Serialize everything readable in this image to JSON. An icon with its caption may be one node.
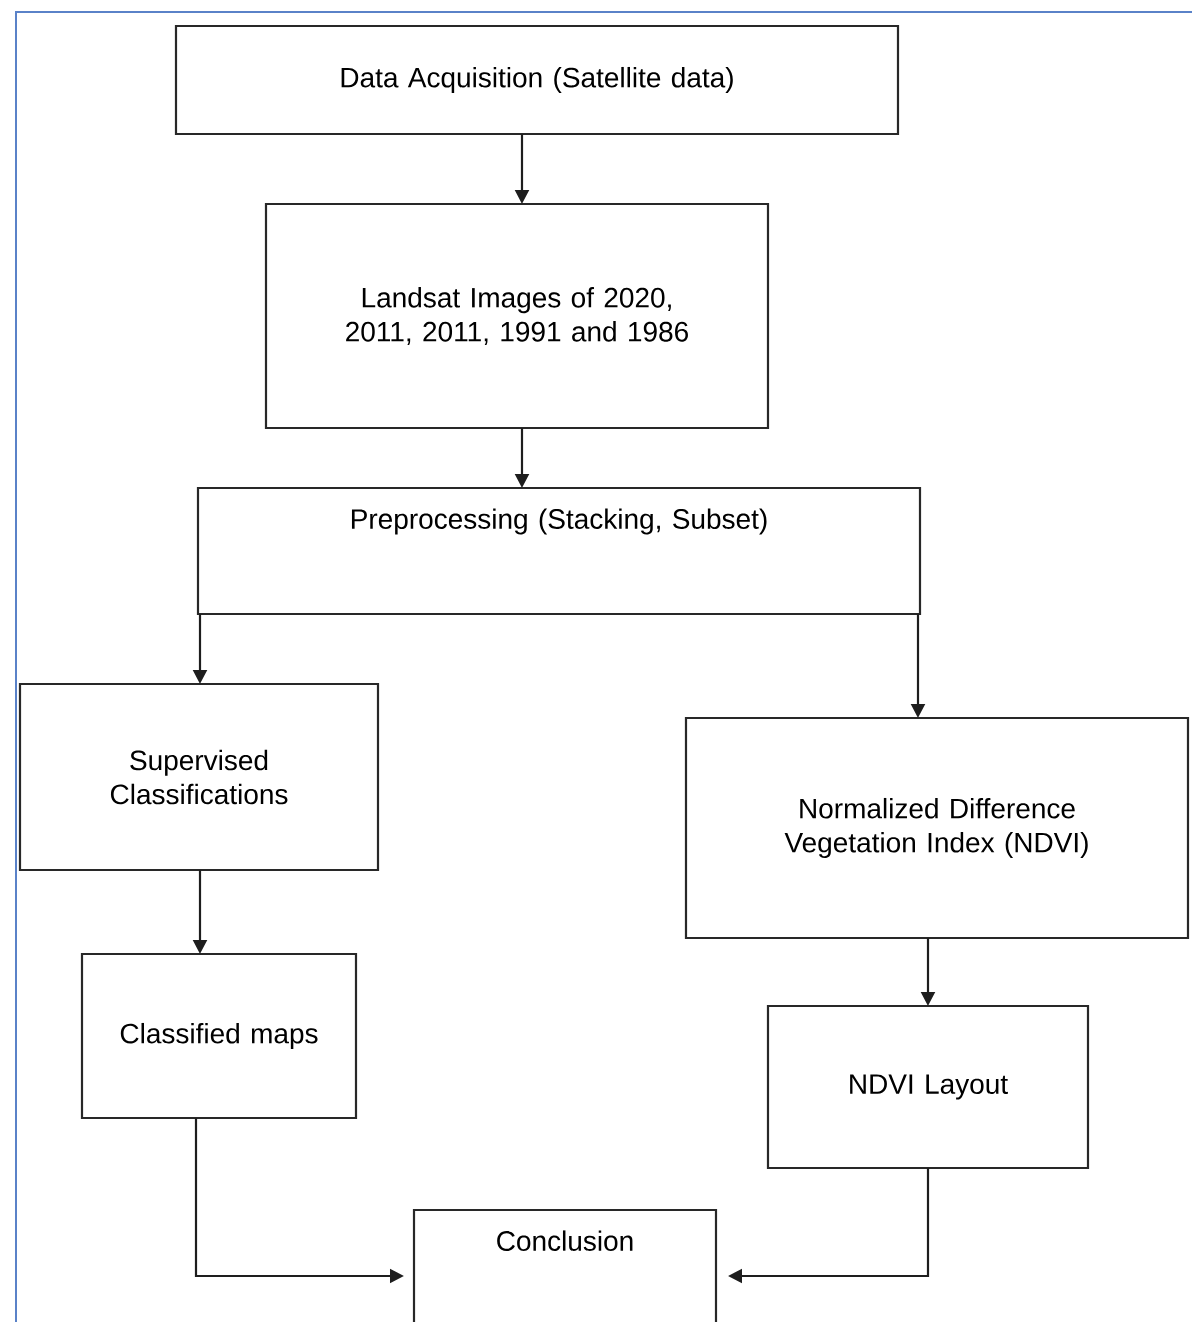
{
  "diagram": {
    "nodes": [
      {
        "text": [
          "Data Acquisition (Satellite data)"
        ]
      },
      {
        "text": [
          "Landsat Images of 2020, 2011, 2011, 1991 and 1986"
        ]
      },
      {
        "text": [
          "Preprocessing (Stacking, Subset)"
        ]
      },
      {
        "text": [
          "Supervised Classifications"
        ]
      },
      {
        "text": [
          "Classified maps"
        ]
      },
      {
        "text": [
          "Normalized Difference Vegetation Index (NDVI)"
        ]
      },
      {
        "text": [
          "NDVI Layout"
        ]
      },
      {
        "text": [
          "Conclusion"
        ]
      }
    ],
    "edges": [
      {
        "from": 0,
        "to": 1,
        "arrow": "to"
      },
      {
        "from": 1,
        "to": 2,
        "arrow": "to"
      },
      {
        "from": 2,
        "to": 3,
        "arrow": "to"
      },
      {
        "from": 2,
        "to": 5,
        "arrow": "to"
      },
      {
        "from": 3,
        "to": 4,
        "arrow": "to"
      },
      {
        "from": 5,
        "to": 6,
        "arrow": "to"
      },
      {
        "from": 4,
        "to": 7,
        "arrow": "to"
      },
      {
        "from": 6,
        "to": 7,
        "arrow": "to"
      }
    ]
  }
}
